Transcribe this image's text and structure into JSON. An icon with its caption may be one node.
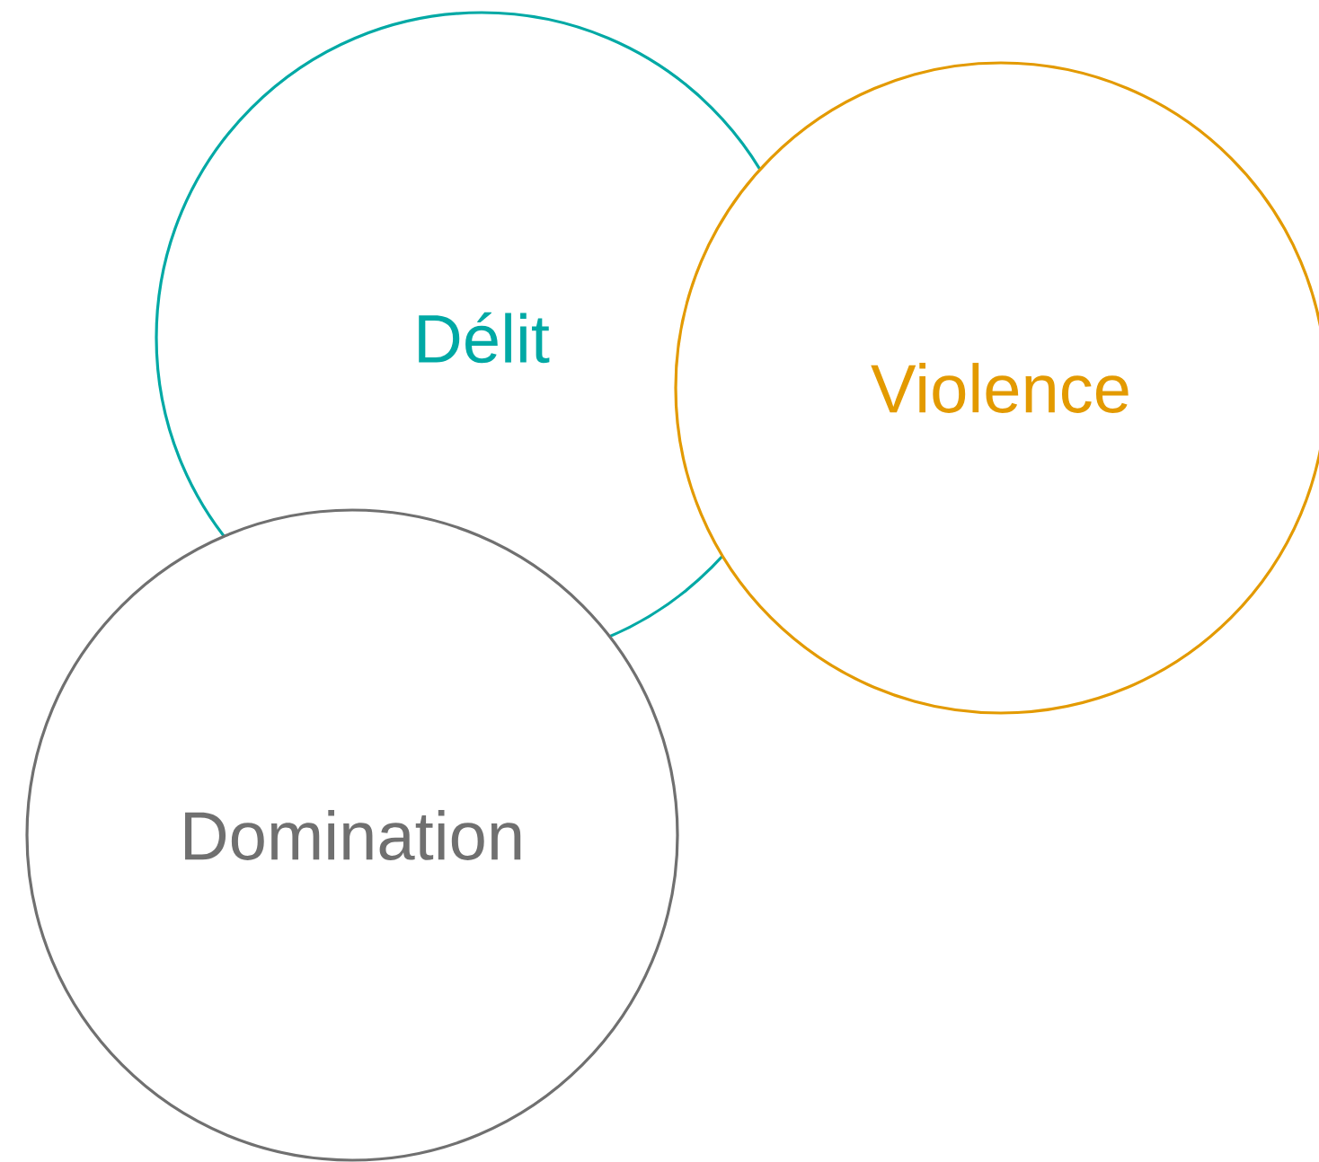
{
  "diagram": {
    "nodes": [
      {
        "text": [
          "Délit"
        ]
      },
      {
        "text": [
          "Violence"
        ]
      },
      {
        "text": [
          "Domination"
        ]
      }
    ]
  }
}
